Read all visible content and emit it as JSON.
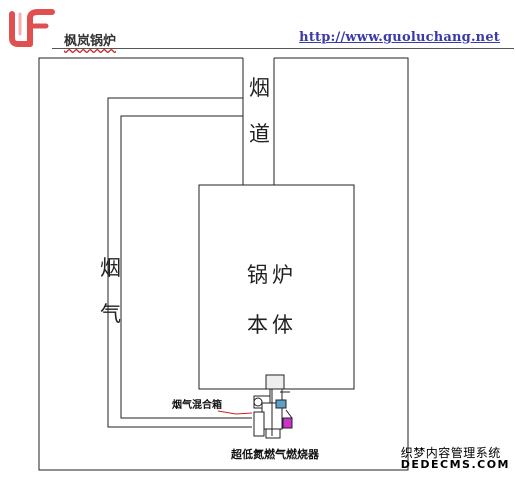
{
  "header": {
    "brand_name": "枫岚锅炉",
    "url": "http://www.guoluchang.net"
  },
  "diagram": {
    "flue_label_chars": [
      "烟",
      "道"
    ],
    "flue_gas_label_chars": [
      "烟",
      "气"
    ],
    "boiler_label_lines": [
      "锅炉",
      "本体"
    ],
    "mixing_box_label": "烟气混合箱",
    "burner_label": "超低氮燃气燃烧器"
  },
  "watermark": {
    "line1": "织梦内容管理系统",
    "line2": "DEDECMS.COM"
  },
  "colors": {
    "line": "#222222",
    "url": "#3a3aa8",
    "logo_red": "#e05050",
    "burner_magenta": "#cc33cc",
    "burner_cyan": "#5aa0c8"
  }
}
